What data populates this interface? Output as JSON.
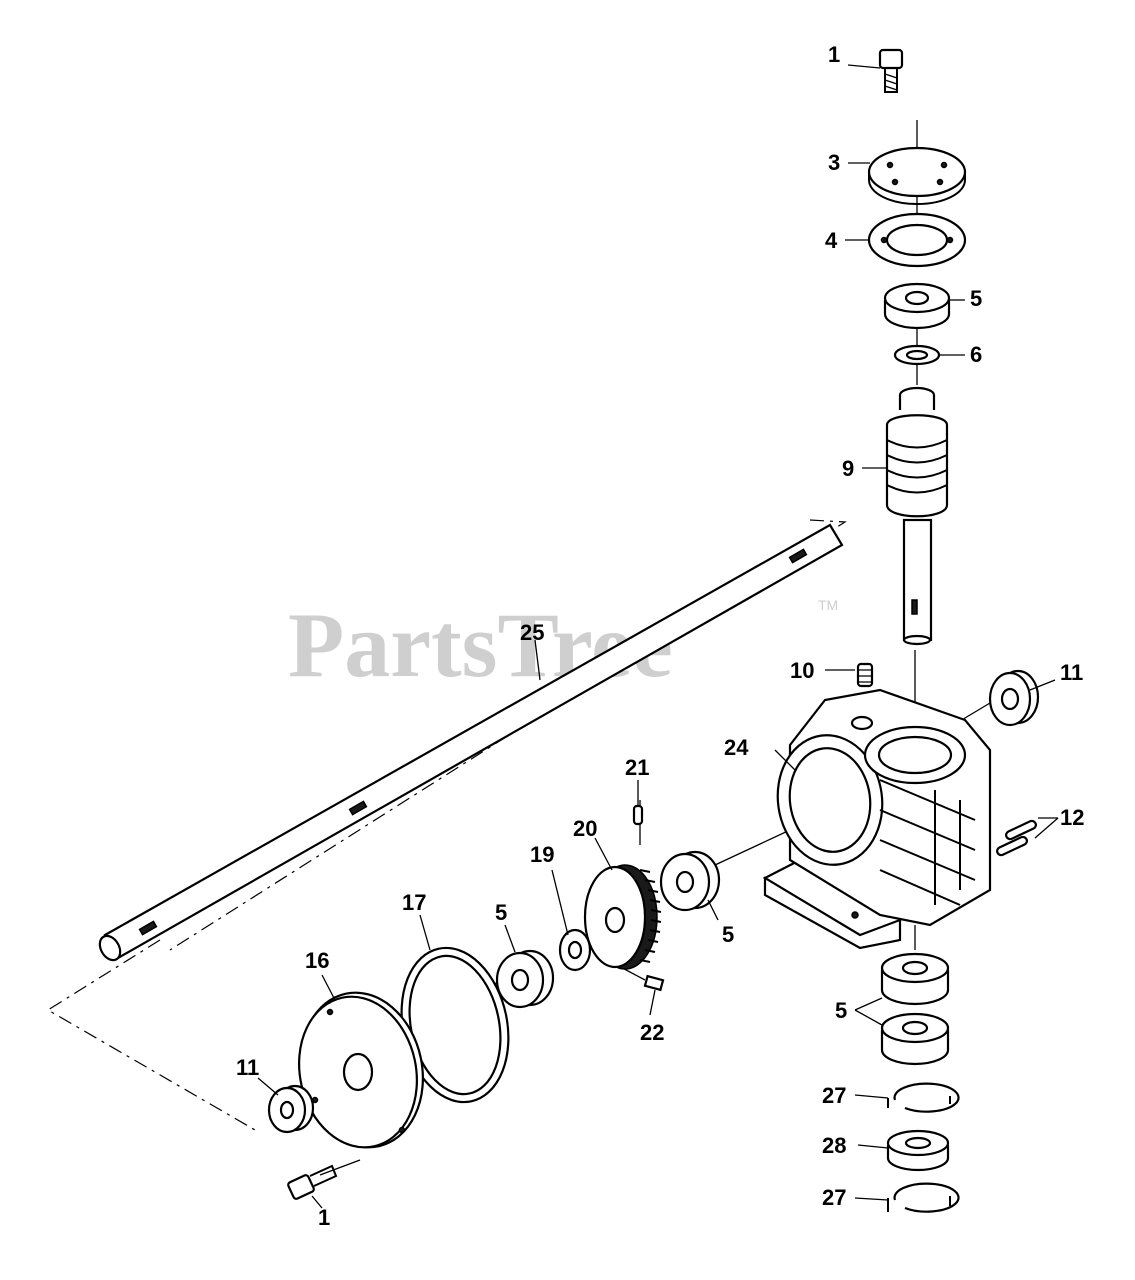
{
  "watermark": {
    "text": "PartsTree",
    "trademark": "TM"
  },
  "callouts": {
    "c1_top": "1",
    "c3": "3",
    "c4": "4",
    "c5_top": "5",
    "c6": "6",
    "c9": "9",
    "c10": "10",
    "c11_right": "11",
    "c12": "12",
    "c24": "24",
    "c25": "25",
    "c21": "21",
    "c20": "20",
    "c19": "19",
    "c5_mid": "5",
    "c5_right": "5",
    "c17": "17",
    "c16": "16",
    "c11_left": "11",
    "c1_bottom": "1",
    "c22": "22",
    "c5_lower": "5",
    "c27_upper": "27",
    "c28": "28",
    "c27_lower": "27"
  }
}
